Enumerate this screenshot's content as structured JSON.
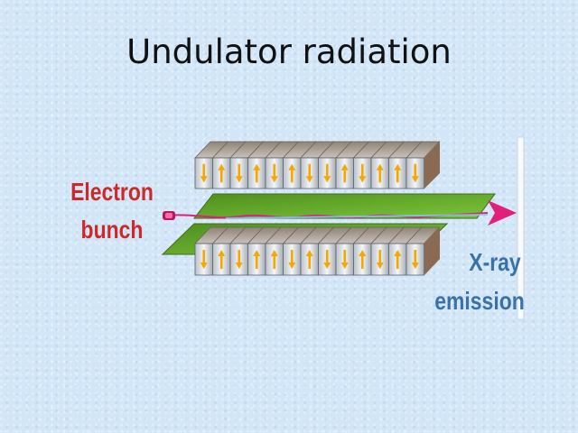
{
  "title": "Undulator radiation",
  "diagram": {
    "electron_label_line1": "Electron",
    "electron_label_line2": "bunch",
    "xray_label_line1": "X-ray",
    "xray_label_line2": "emission",
    "top_magnet_arrows": [
      "down",
      "up",
      "down",
      "up",
      "down",
      "up",
      "down",
      "down",
      "up",
      "down",
      "up",
      "up",
      "down"
    ],
    "bottom_magnet_arrows": [
      "down",
      "up",
      "down",
      "up",
      "up",
      "down",
      "up",
      "down",
      "down",
      "up",
      "down",
      "up",
      "down"
    ],
    "colors": {
      "label_red": "#cc2a2a",
      "label_blue": "#3a72a8",
      "beam_magenta": "#e0207a",
      "plate_green": "#6ab42a",
      "arrow_yellow": "#f5a800"
    }
  }
}
